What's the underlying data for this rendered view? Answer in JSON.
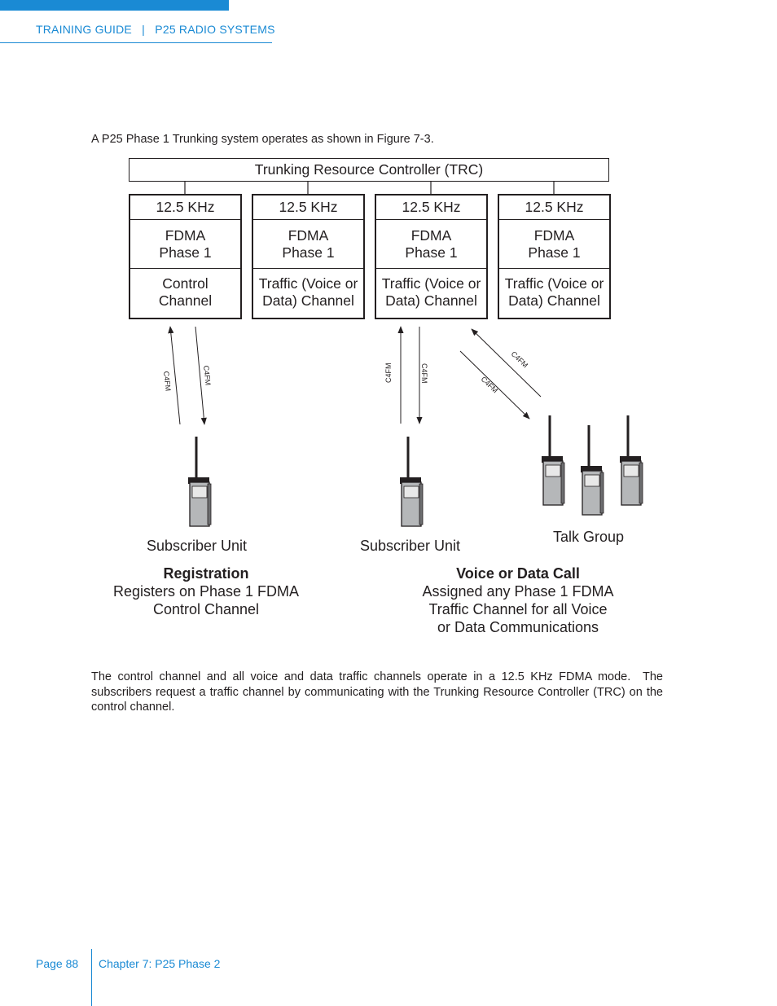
{
  "header": {
    "title": "TRAINING GUIDE   |   P25 RADIO SYSTEMS"
  },
  "intro": "A P25 Phase 1 Trunking system operates as shown in Figure 7-3.",
  "diagram": {
    "trc_label": "Trunking Resource Controller (TRC)",
    "channels": [
      {
        "freq": "12.5 KHz",
        "mode1": "FDMA",
        "mode2": "Phase 1",
        "type1": "Control",
        "type2": "Channel"
      },
      {
        "freq": "12.5 KHz",
        "mode1": "FDMA",
        "mode2": "Phase 1",
        "type1": "Traffic (Voice or",
        "type2": "Data) Channel"
      },
      {
        "freq": "12.5 KHz",
        "mode1": "FDMA",
        "mode2": "Phase 1",
        "type1": "Traffic (Voice or",
        "type2": "Data) Channel"
      },
      {
        "freq": "12.5 KHz",
        "mode1": "FDMA",
        "mode2": "Phase 1",
        "type1": "Traffic (Voice or",
        "type2": "Data) Channel"
      }
    ],
    "link_label": "C4FM",
    "subscriber_label_1": "Subscriber Unit",
    "subscriber_label_2": "Subscriber Unit",
    "talk_group_label": "Talk Group",
    "registration": {
      "title": "Registration",
      "line1": "Registers on Phase 1 FDMA",
      "line2": "Control Channel"
    },
    "voice_call": {
      "title": "Voice or Data Call",
      "line1": "Assigned any Phase 1 FDMA",
      "line2": "Traffic Channel for all Voice",
      "line3": "or Data Communications"
    }
  },
  "body_text": "The control channel and all voice and data traffic channels operate in a 12.5 KHz FDMA mode.  The subscribers request a traffic channel by communicating with the Trunking Resource Controller (TRC) on the control channel.",
  "footer": {
    "page": "Page 88",
    "chapter": "Chapter 7: P25 Phase 2"
  },
  "colors": {
    "accent": "#1a8ad4",
    "text": "#231f20"
  }
}
